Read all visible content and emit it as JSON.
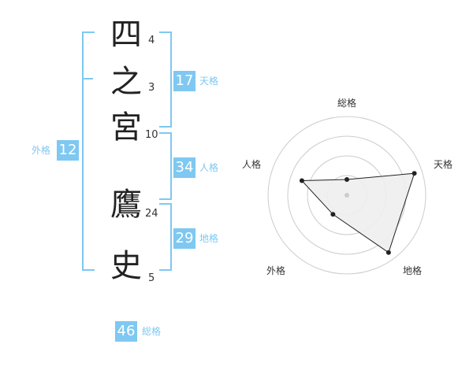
{
  "name": {
    "chars": [
      {
        "char": "四",
        "strokes": "4"
      },
      {
        "char": "之",
        "strokes": "3"
      },
      {
        "char": "宮",
        "strokes": "10"
      },
      {
        "char": "鷹",
        "strokes": "24"
      },
      {
        "char": "史",
        "strokes": "5"
      }
    ]
  },
  "kakaku": {
    "tenkaku": {
      "value": "17",
      "label": "天格"
    },
    "jinkaku": {
      "value": "34",
      "label": "人格"
    },
    "chikaku": {
      "value": "29",
      "label": "地格"
    },
    "gaikaku": {
      "value": "12",
      "label": "外格"
    },
    "soukaku": {
      "value": "46",
      "label": "総格"
    }
  },
  "radar": {
    "axes": [
      {
        "label": "総格",
        "value": 0.2
      },
      {
        "label": "天格",
        "value": 0.9
      },
      {
        "label": "地格",
        "value": 0.9
      },
      {
        "label": "外格",
        "value": 0.3
      },
      {
        "label": "人格",
        "value": 0.6
      }
    ],
    "colors": {
      "ring": "#cccccc",
      "fill": "#eeeeee",
      "line": "#222222",
      "point": "#222222",
      "center": "#cccccc"
    }
  },
  "colors": {
    "accent": "#7ec8f2"
  }
}
